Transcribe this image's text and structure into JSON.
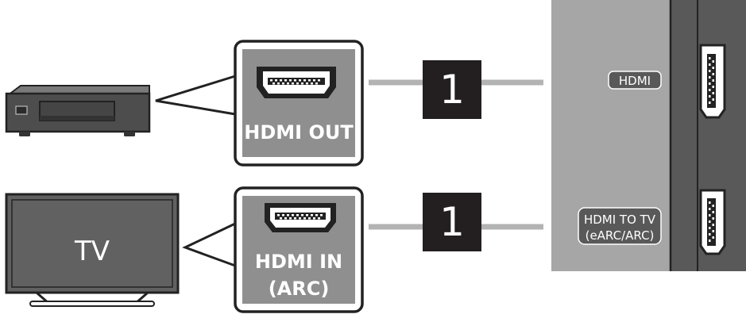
{
  "source_device": {
    "port_label": "HDMI OUT"
  },
  "tv": {
    "screen_label": "TV",
    "port_label_line1": "HDMI IN",
    "port_label_line2": "(ARC)"
  },
  "cables": [
    {
      "badge": "1"
    },
    {
      "badge": "1"
    }
  ],
  "soundbar_panel": {
    "port_hdmi_label": "HDMI",
    "port_tv_label_line1": "HDMI TO TV",
    "port_tv_label_line2": "(eARC/ARC)"
  },
  "colors": {
    "panel_light": "#a6a6a6",
    "panel_dark": "#595959",
    "port_box": "#8f8f8f",
    "badge": "#231f20",
    "cable": "#b3b3b3",
    "device_body": "#4d4d4d",
    "tv_screen": "#616161"
  }
}
